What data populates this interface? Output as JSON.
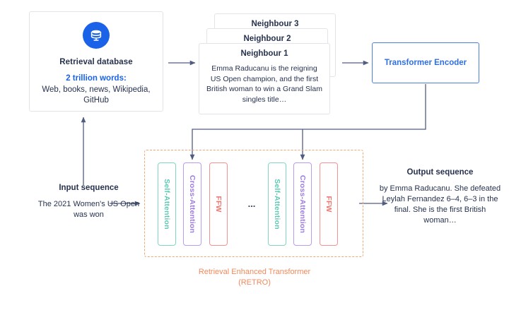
{
  "retrieval_database": {
    "icon": "database-icon",
    "title": "Retrieval database",
    "highlight": "2 trillion words:",
    "sources": "Web, books, news, Wikipedia, GitHub"
  },
  "neighbours": [
    {
      "title": "Neighbour 3",
      "body": ""
    },
    {
      "title": "Neighbour 2",
      "body": ""
    },
    {
      "title": "Neighbour 1",
      "body": "Emma Raducanu is the reigning US Open champion, and the first British woman to win a Grand Slam singles title…"
    }
  ],
  "encoder": {
    "label": "Transformer Encoder"
  },
  "retro": {
    "caption": "Retrieval Enhanced Transformer (RETRO)",
    "ellipsis": "...",
    "blocks_group_1": [
      {
        "label": "Self-Attention",
        "kind": "self"
      },
      {
        "label": "Cross-Attention",
        "kind": "cross"
      },
      {
        "label": "FFW",
        "kind": "ffw"
      }
    ],
    "blocks_group_2": [
      {
        "label": "Self-Attention",
        "kind": "self"
      },
      {
        "label": "Cross-Attention",
        "kind": "cross"
      },
      {
        "label": "FFW",
        "kind": "ffw"
      }
    ]
  },
  "input_sequence": {
    "title": "Input sequence",
    "text": "The 2021 Women's US Open was won"
  },
  "output_sequence": {
    "title": "Output sequence",
    "text": "by Emma Raducanu. She defeated Leylah Fernandez 6–4, 6–3 in the final. She is the first British woman…"
  },
  "colors": {
    "navy_text": "#27324f",
    "blue_accent": "#1a62e8",
    "encoder_blue": "#2f6fe4",
    "orange": "#f08a5d",
    "teal": "#5bc9b3",
    "purple": "#9b7ae6",
    "red": "#ef726d",
    "arrow": "#505c80"
  }
}
